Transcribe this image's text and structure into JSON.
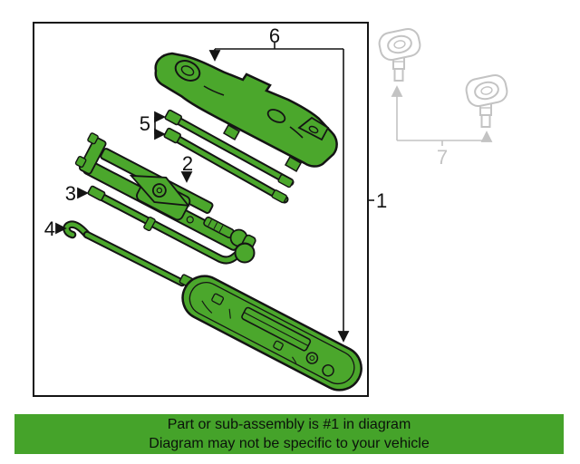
{
  "colors": {
    "part-green": "#4BA72C",
    "banner-green": "#45A32A",
    "outline": "#141414",
    "muted-gray": "#C3C3C3",
    "label-text": "#111111",
    "banner-text": "#0B120B"
  },
  "callouts": {
    "c1": "1",
    "c2": "2",
    "c3": "3",
    "c4": "4",
    "c5": "5",
    "c6": "6",
    "c7": "7"
  },
  "banner": {
    "line1": "Part or sub-assembly is #1 in diagram",
    "line2": "Diagram may not be specific to your vehicle"
  }
}
